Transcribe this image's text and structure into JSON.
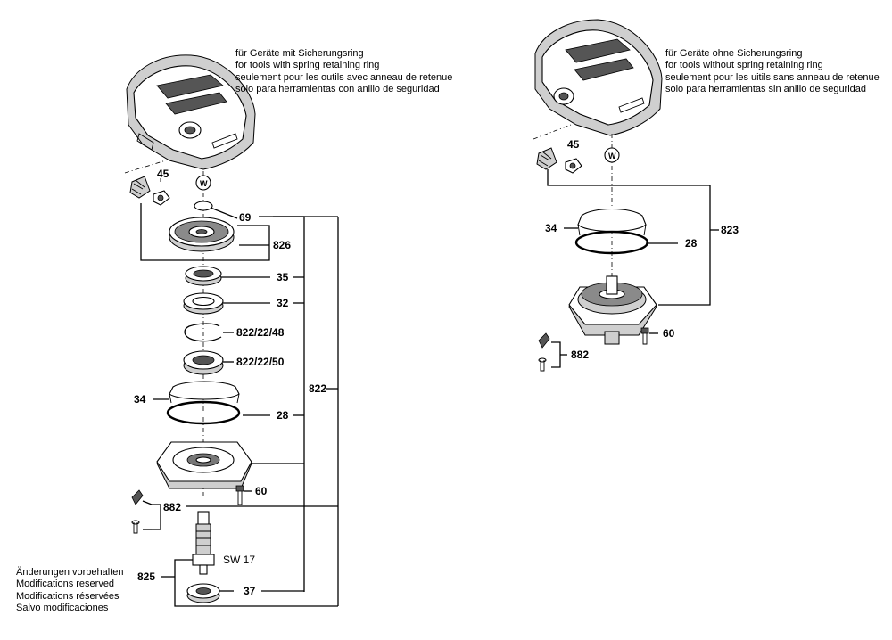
{
  "notes": {
    "left": [
      "für Geräte mit Sicherungsring",
      "for tools with spring retaining ring",
      "seulement pour les outils avec anneau de retenue",
      "solo para herramientas con anillo de seguridad"
    ],
    "right": [
      "für Geräte ohne Sicherungsring",
      "for tools without spring retaining ring",
      "seulement pour les uitils sans anneau de retenue",
      "solo para herramientas sin anillo de seguridad"
    ],
    "footer": [
      "Änderungen vorbehalten",
      "Modifications reserved",
      "Modifications réservées",
      "Salvo modificaciones"
    ]
  },
  "left_labels": {
    "n45": "45",
    "w": "W",
    "n69": "69",
    "n826": "826",
    "n35": "35",
    "n32": "32",
    "n822_22_48": "822/22/48",
    "n822_22_50": "822/22/50",
    "n822": "822",
    "n34": "34",
    "n28": "28",
    "n60": "60",
    "n882": "882",
    "sw17": "SW 17",
    "n825": "825",
    "n37": "37"
  },
  "right_labels": {
    "n45": "45",
    "w": "W",
    "n823": "823",
    "n34": "34",
    "n28": "28",
    "n60": "60",
    "n882": "882"
  }
}
